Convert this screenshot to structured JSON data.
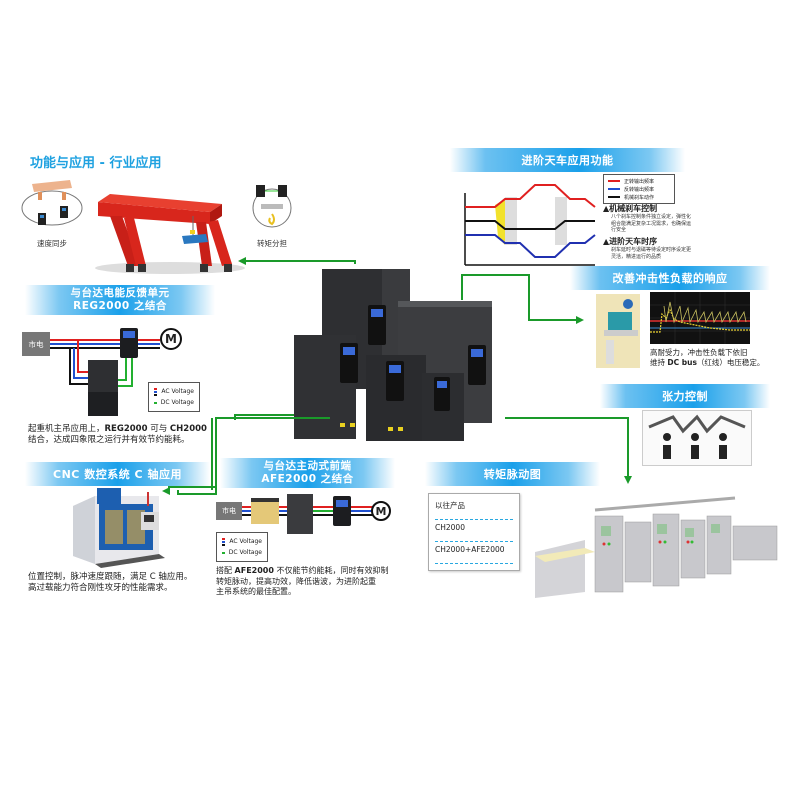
{
  "main_title": "功能与应用 - 行业应用",
  "crane": {
    "label_speed_sync": "速度同步",
    "label_torque_split": "转矩分担"
  },
  "reg2000": {
    "banner_line1": "与台达电能反馈单元",
    "banner_line2": "REG2000 之结合",
    "grid_label": "市电",
    "motor_label": "M",
    "legend_ac": "AC Voltage",
    "legend_dc": "DC Voltage",
    "caption_pre": "起重机主吊应用上，",
    "caption_bold1": "REG2000",
    "caption_mid": " 可与 ",
    "caption_bold2": "CH2000",
    "caption_line2": "结合，达成四象限之运行并有效节约能耗。"
  },
  "cnc": {
    "banner": "CNC 数控系统 C 轴应用",
    "caption_line1": "位置控制，脉冲速度跟随，满足 C 轴应用。",
    "caption_line2": "高过载能力符合刚性攻牙的性能需求。"
  },
  "afe2000": {
    "banner_line1": "与台达主动式前端",
    "banner_line2": "AFE2000 之结合",
    "grid_label": "市电",
    "motor_label": "M",
    "legend_ac": "AC Voltage",
    "legend_dc": "DC Voltage",
    "caption_pre": "搭配 ",
    "caption_bold": "AFE2000",
    "caption_line1_rest": " 不仅能节约能耗，同时有效抑制",
    "caption_line2": "转矩脉动，提高功效，降低谐波，为进阶起重",
    "caption_line3": "主吊系统的最佳配置。"
  },
  "advanced_crane": {
    "banner": "进阶天车应用功能",
    "legend": [
      "正转输出频率",
      "反转输出频率",
      "机械刹车动作"
    ],
    "note1_title": "▲机械刹车控制",
    "note1_text": "八个刹车控制条件独立设定，弹性化组合能满足复杂工况需求，也确保运行安全",
    "note2_title": "▲进阶天车时序",
    "note2_text": "刹车延时与退磁等待设定时序设定更灵活，精进运行的品质"
  },
  "impact_load": {
    "banner": "改善冲击性负载的响应",
    "caption_line1": "高耐受力，冲击性负载下依旧",
    "caption_pre2": "维持 ",
    "caption_bold": "DC bus",
    "caption_rest2": "（红线）电压稳定。"
  },
  "tension": {
    "banner": "张力控制"
  },
  "torque_ripple": {
    "banner": "转矩脉动图",
    "items": [
      "以往产品",
      "CH2000",
      "CH2000+AFE2000"
    ]
  },
  "colors": {
    "accent_blue": "#1aa0ea",
    "title_blue": "#1ea1e0",
    "connector_green": "#1a9a2a",
    "ac_red": "#e02020",
    "ac_blue": "#2050d0",
    "dc_green": "#22b030",
    "crane_red": "#d8261c"
  }
}
